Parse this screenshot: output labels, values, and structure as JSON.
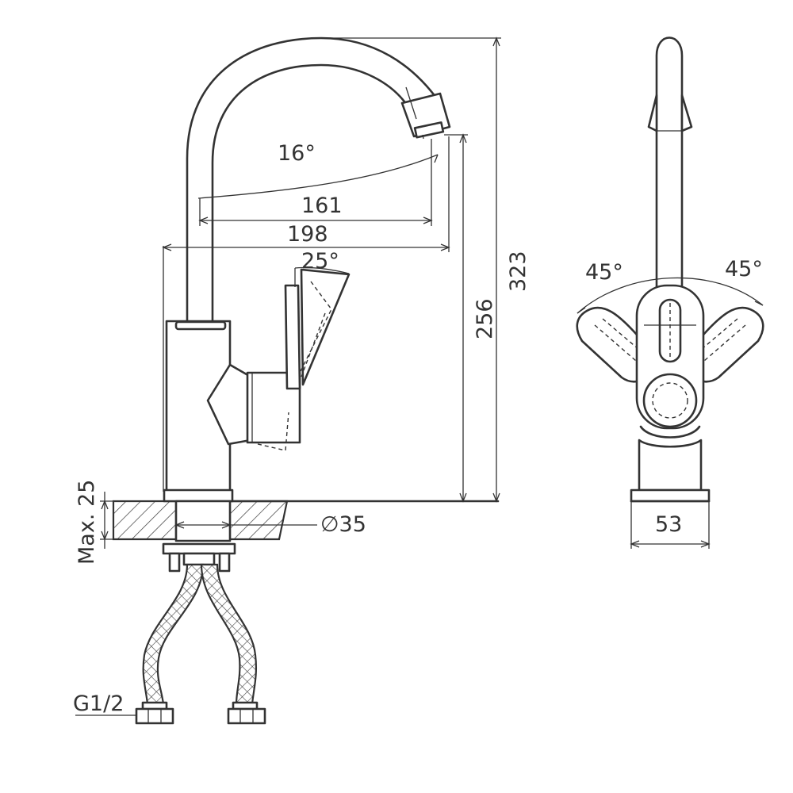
{
  "dimensions": {
    "angle_spout": "16°",
    "reach_inner": "161",
    "reach_outer": "198",
    "angle_lever": "25°",
    "height_spout": "256",
    "height_total": "323",
    "max_thickness": "Max. 25",
    "hole_diameter": "∅35",
    "connection": "G1/2",
    "angle_left": "45°",
    "angle_right": "45°",
    "base_width": "53"
  }
}
